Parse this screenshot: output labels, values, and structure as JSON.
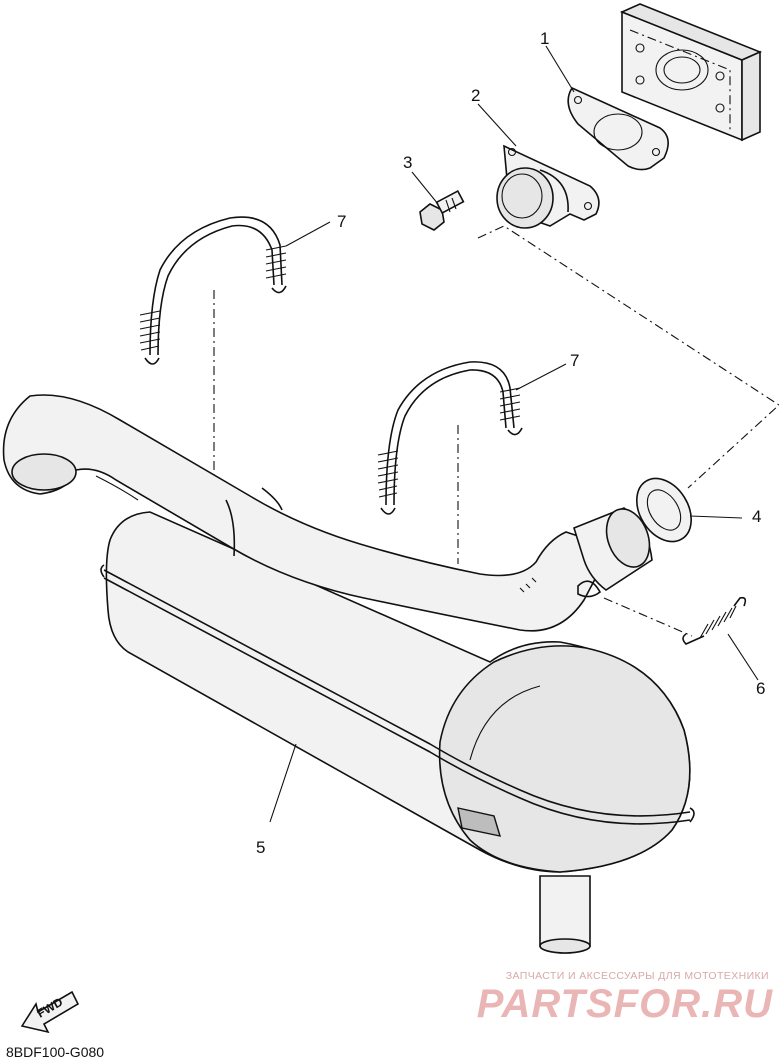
{
  "diagram": {
    "callouts": [
      {
        "id": "1",
        "label": "1"
      },
      {
        "id": "2",
        "label": "2"
      },
      {
        "id": "3",
        "label": "3"
      },
      {
        "id": "4",
        "label": "4"
      },
      {
        "id": "5",
        "label": "5"
      },
      {
        "id": "6",
        "label": "6"
      },
      {
        "id": "7a",
        "label": "7"
      },
      {
        "id": "7b",
        "label": "7"
      }
    ],
    "fwd_label": "FWD",
    "drawing_code": "8BDF100-G080"
  },
  "watermark": {
    "tagline": "ЗАПЧАСТИ И АКСЕССУАРЫ ДЛЯ МОТОТЕХНИКИ",
    "brand": "PARTSFOR.RU"
  }
}
